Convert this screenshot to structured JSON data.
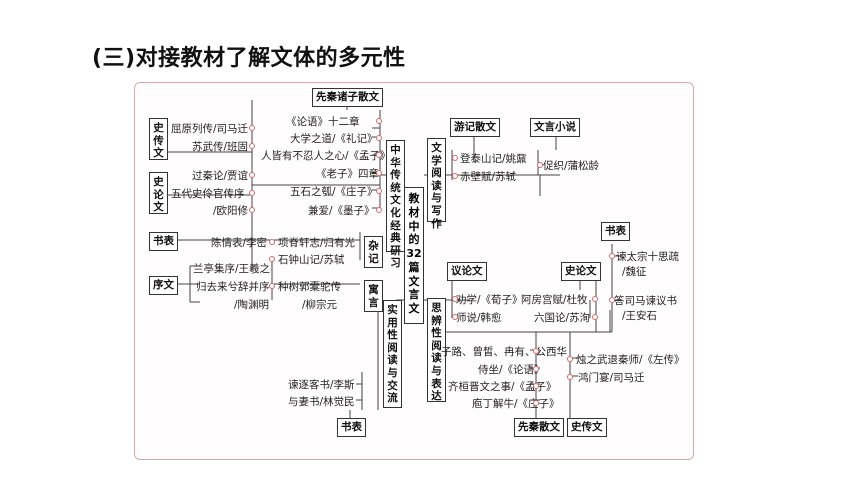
{
  "title": "(三)对接教材了解文体的多元性",
  "center": "教材中的32篇文言文",
  "categories": {
    "xianqin_top": "先秦诸子散文",
    "zhonghua": "中华传统文化经典研习",
    "wenxue": "文学阅读与写作",
    "youji": "游记散文",
    "wenyan_xs": "文言小说",
    "shizhuan_left": "史传文",
    "shilun_left": "史论文",
    "shubiao_left": "书表",
    "xuwen": "序文",
    "zaji": "杂记",
    "yuyan": "寓言",
    "shiyong": "实用性阅读与交流",
    "shubiao_bottom": "书表",
    "yilun": "议论文",
    "shilun_right": "史论文",
    "shubiao_right": "书表",
    "sibian": "思辨性阅读与表达",
    "xianqin_bottom": "先秦散文",
    "shizhuan_bottom": "史传文"
  },
  "texts": {
    "qu_yuan": "屈原列传/司马迁",
    "su_wu": "苏武传/班固",
    "lunyu12": "《论语》十二章",
    "daxue": "大学之道/《礼记》",
    "renjie": "人皆有不忍人之心/《孟子》",
    "laozi4": "《老子》四章",
    "wushi": "五石之瓠/《庄子》",
    "jianai": "兼爱/《墨子》",
    "guoqin": "过秦论/贾谊",
    "wudai": "五代史伶官传序",
    "ouyang": "/欧阳修",
    "chenqing": "陈情表/李密",
    "xiangji": "项脊轩志/归有光",
    "shizhong": "石钟山记/苏轼",
    "lanting": "兰亭集序/王羲之",
    "guiqu": "归去来兮辞并序",
    "tao": "/陶渊明",
    "zhongshu": "种树郭橐驼传",
    "liu": "/柳宗元",
    "jianzhu": "谏逐客书/李斯",
    "yuqi": "与妻书/林觉民",
    "dengtai": "登泰山记/姚鼐",
    "chibi": "赤壁赋/苏轼",
    "cuzhi": "促织/蒲松龄",
    "quanxue": "劝学/《荀子》",
    "shishuo": "师说/韩愈",
    "afang": "阿房宫赋/杜牧",
    "liuguo": "六国论/苏洵",
    "jiantai": "谏太宗十思疏",
    "weizheng": "/魏征",
    "dasima": "答司马谏议书",
    "wanganshi": "/王安石",
    "zilu": "子路、曾皙、冉有、公西华",
    "shizuo": "侍坐/《论语》",
    "qihuan": "齐桓晋文之事/《孟子》",
    "paoding": "庖丁解牛/《庄子》",
    "zhuzhiwu": "烛之武退秦师/《左传》",
    "hongmen": "鸿门宴/司马迁"
  }
}
